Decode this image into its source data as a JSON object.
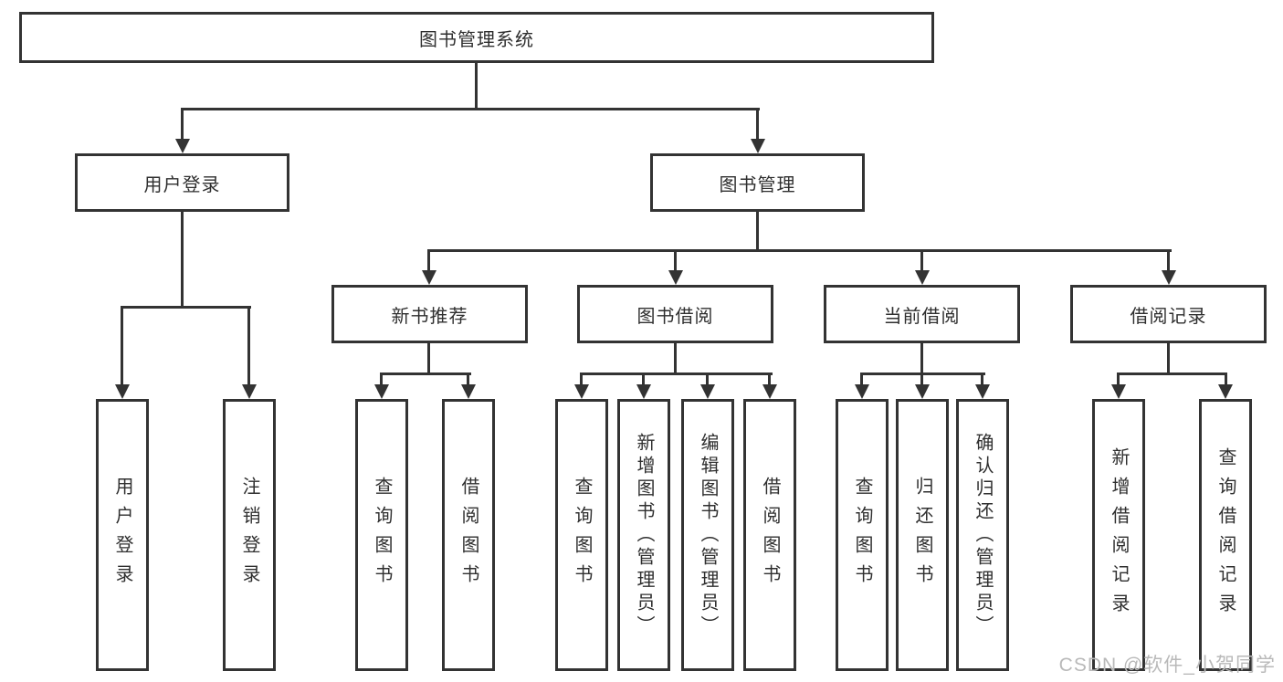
{
  "diagram_title": "图书管理系统",
  "root": {
    "label": "图书管理系统"
  },
  "user_login": {
    "label": "用户登录",
    "children": {
      "login": "用户登录",
      "logout": "注销登录"
    }
  },
  "book_management": {
    "label": "图书管理"
  },
  "new_books": {
    "label": "新书推荐",
    "children": {
      "query": "查询图书",
      "borrow": "借阅图书"
    }
  },
  "book_borrow": {
    "label": "图书借阅",
    "children": {
      "query": "查询图书",
      "add": "新增图书（管理员）",
      "edit": "编辑图书（管理员）",
      "borrow": "借阅图书"
    }
  },
  "current_borrow": {
    "label": "当前借阅",
    "children": {
      "query": "查询图书",
      "return": "归还图书",
      "confirm": "确认归还（管理员）"
    }
  },
  "borrow_records": {
    "label": "借阅记录",
    "children": {
      "add": "新增借阅记录",
      "query": "查询借阅记录"
    }
  },
  "watermark": {
    "text": "CSDN @软件_小贺同学"
  },
  "colors": {
    "line": "#333333",
    "text": "#2f2f2f",
    "background": "#ffffff",
    "watermark": "#b9b9b9"
  }
}
